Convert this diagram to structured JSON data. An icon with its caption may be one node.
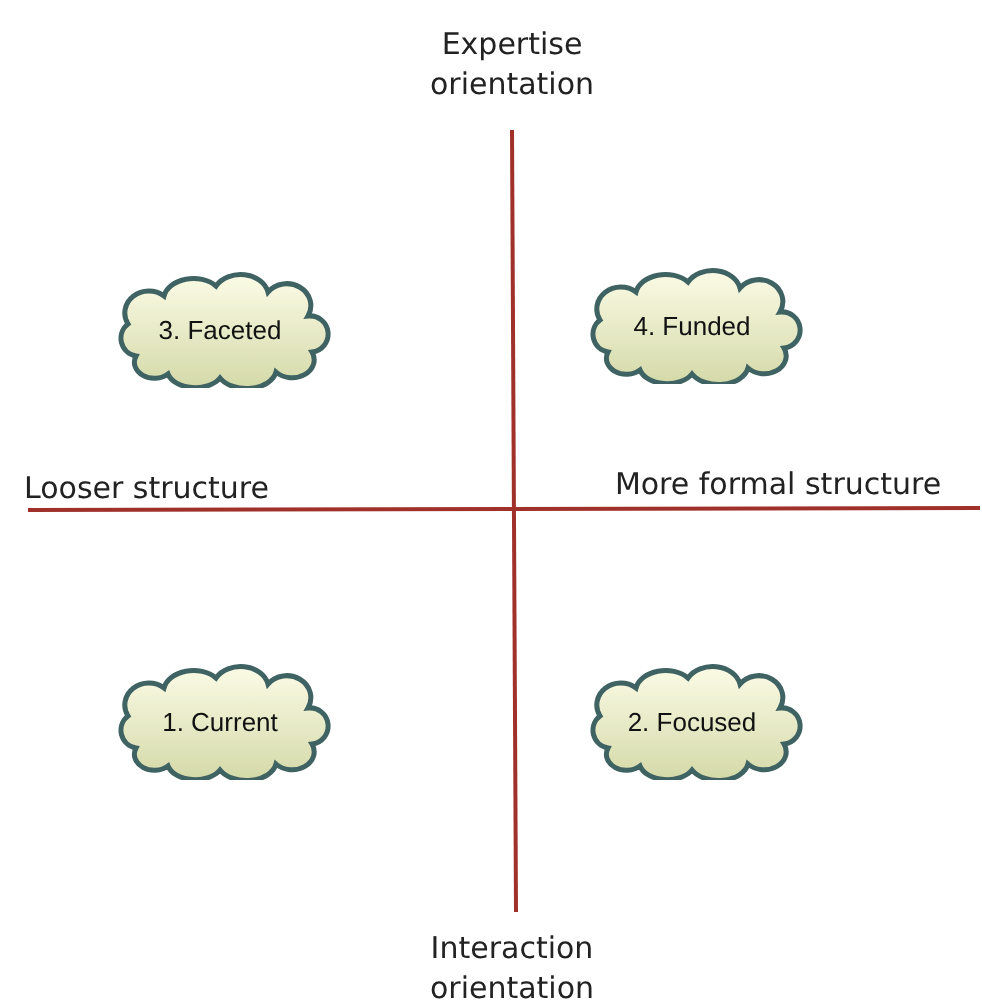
{
  "diagram": {
    "nodes": [
      {
        "text": [
          "3. Faceted"
        ]
      },
      {
        "text": [
          "4. Funded"
        ]
      },
      {
        "text": [
          "1. Current"
        ]
      },
      {
        "text": [
          "2. Focused"
        ]
      }
    ],
    "edges": [],
    "labels": [
      "Expertise orientation",
      "Looser structure",
      "More formal structure",
      "Interaction orientation"
    ]
  }
}
